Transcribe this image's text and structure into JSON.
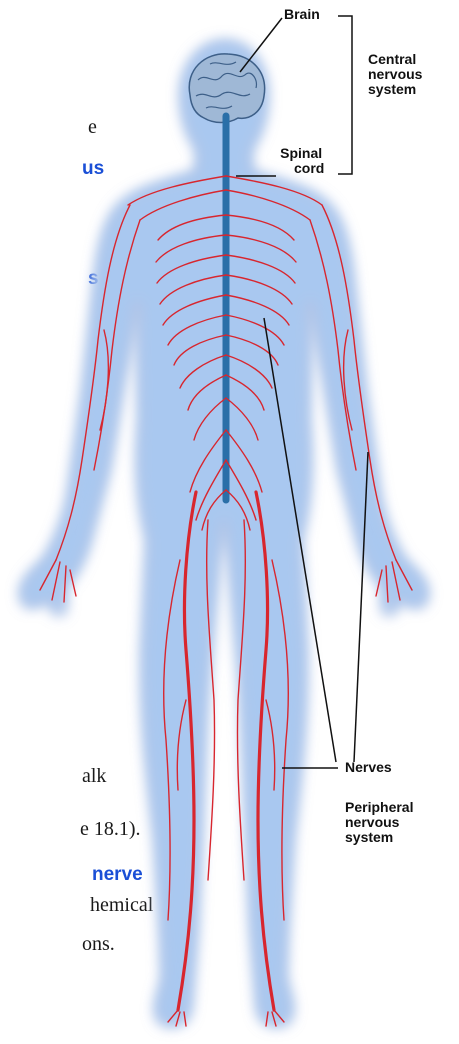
{
  "text_fragments": {
    "f1": "e",
    "f2": "us",
    "f3": "s",
    "f4": "alk",
    "f5": "e 18.1).",
    "f6": "nerve",
    "f7": "hemical",
    "f8": "ons."
  },
  "labels": {
    "brain": "Brain",
    "cns_1": "Central",
    "cns_2": "nervous",
    "cns_3": "system",
    "spinal_1": "Spinal",
    "spinal_2": "cord",
    "nerves": "Nerves",
    "pns_1": "Peripheral",
    "pns_2": "nervous",
    "pns_3": "system"
  },
  "colors": {
    "nerve": "#d8262e",
    "spine": "#2a6fa8",
    "skin": "#f7d3cf",
    "glow": "#a9c8f0",
    "brain": "#9fb8d6",
    "text_link": "#1a4fd6"
  }
}
